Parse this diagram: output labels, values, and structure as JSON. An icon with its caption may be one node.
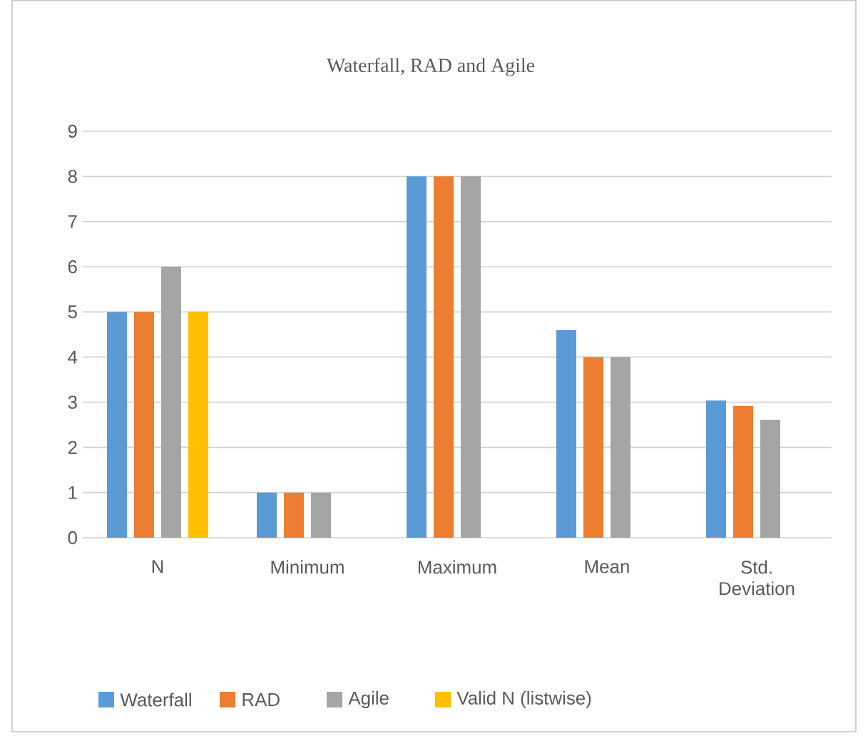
{
  "diagram": {
    "chart_data": {
      "type": "bar",
      "title": "Waterfall, RAD and Agile",
      "categories": [
        "N",
        "Minimum",
        "Maximum",
        "Mean",
        "Std. Deviation"
      ],
      "series": [
        {
          "name": "Waterfall",
          "color": "#5b9bd5",
          "values": [
            5,
            1,
            8,
            4.6,
            3.04
          ]
        },
        {
          "name": "RAD",
          "color": "#ed7d31",
          "values": [
            5,
            1,
            8,
            4,
            2.92
          ]
        },
        {
          "name": "Agile",
          "color": "#a5a5a5",
          "values": [
            6,
            1,
            8,
            4,
            2.61
          ]
        },
        {
          "name": "Valid N (listwise)",
          "color": "#ffc000",
          "values": [
            5,
            null,
            null,
            null,
            null
          ]
        }
      ],
      "ylim": [
        0,
        9
      ],
      "grid": true,
      "legend": "bottom",
      "yticks": [
        0,
        1,
        2,
        3,
        4,
        5,
        6,
        7,
        8,
        9
      ]
    }
  }
}
